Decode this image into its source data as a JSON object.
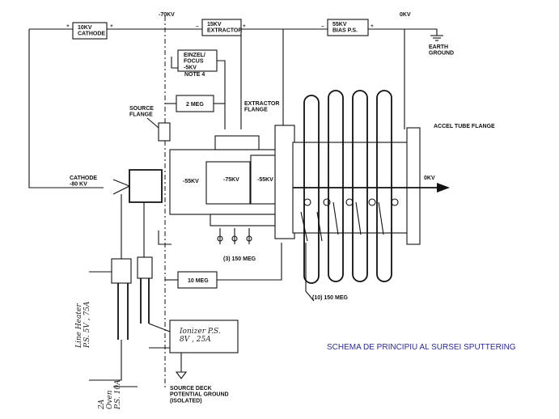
{
  "labels": {
    "cathode_supply": "10KV\nCATHODE",
    "extractor_supply": "15KV\nEXTRACTOR",
    "bias_supply": "55KV\nBIAS P.S.",
    "einzel_focus": "EINZEL/\nFOCUS\n-5KV",
    "note4": "NOTE 4",
    "resistor_2meg": "2 MEG",
    "source_flange": "SOURCE\nFLANGE",
    "extractor_flange": "EXTRACTOR\nFLANGE",
    "accel_tube_flange": "ACCEL TUBE FLANGE",
    "v_minus70": "-70KV",
    "v_0kv_top": "0KV",
    "earth_ground": "EARTH\nGROUND",
    "cathode_80kv": "CATHODE\n-80 KV",
    "v_minus55_left": "-55KV",
    "v_minus75": "-75KV",
    "v_minus55_right": "-55KV",
    "v_0kv_out": "0KV",
    "r_3x150": "(3) 150 MEG",
    "r_10meg": "10 MEG",
    "r_10x150": "(10) 150 MEG",
    "ionizer_ps": "Ionizer P.S.\n8V , 25A",
    "line_heater": "Line Heater\nP.S. 5V , 75A",
    "oven": "2A\nOven\nP.S. 10A",
    "source_deck_ground": "SOURCE DECK\nPOTENTIAL GROUND\n(ISOLATED)",
    "title_caption": "SCHEMA DE PRINCIPIU AL SURSEI SPUTTERING"
  },
  "colors": {
    "ink": "#111111",
    "caption": "#2a2a8a",
    "background": "#ffffff"
  }
}
